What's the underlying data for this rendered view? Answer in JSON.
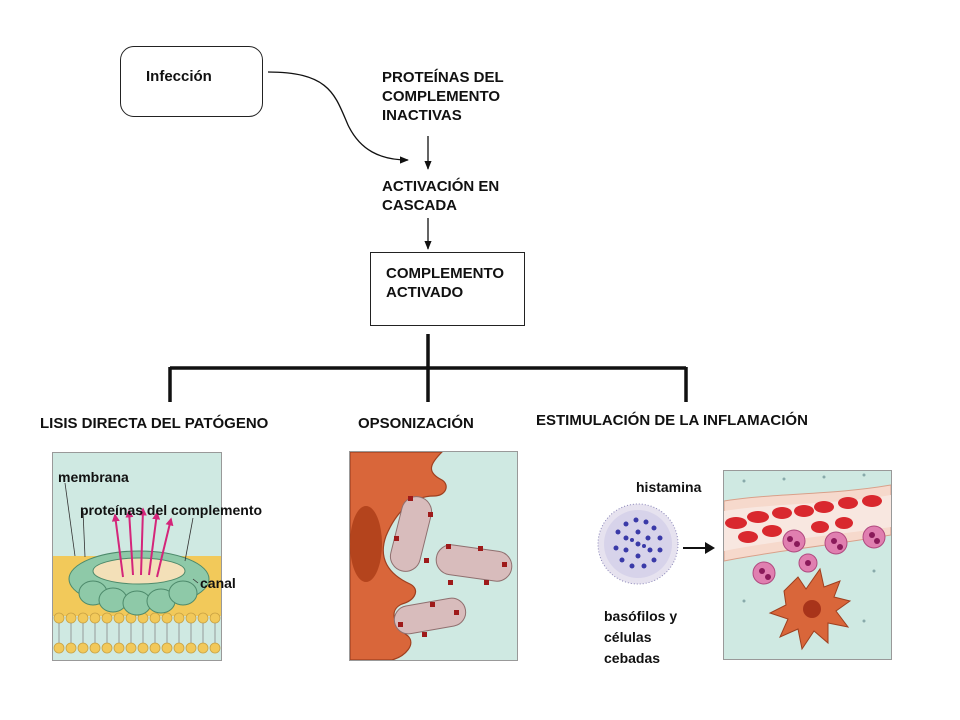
{
  "flow": {
    "infeccion": "Infección",
    "proteinas_inactivas": "PROTEÍNAS DEL\nCOMPLEMENTO\nINACTIVAS",
    "activacion": "ACTIVACIÓN EN\nCASCADA",
    "complemento_activado": "COMPLEMENTO\nACTIVADO"
  },
  "branches": {
    "lisis": "LISIS DIRECTA DEL PATÓGENO",
    "opsonizacion": "OPSONIZACIÓN",
    "inflamacion": "ESTIMULACIÓN DE LA INFLAMACIÓN"
  },
  "lisis_panel": {
    "membrana": "membrana",
    "proteinas": "proteínas del complemento",
    "canal": "canal"
  },
  "inflamacion_panel": {
    "histamina": "histamina",
    "basofilos": "basófilos y\ncélulas\ncebadas"
  },
  "colors": {
    "panel_bg": "#cfe9e2",
    "membrane": "#f2c95a",
    "pore": "#8ec9a8",
    "bacteria": "#d8bcbc",
    "phagocyte": "#d9663a",
    "rbc": "#d9282e",
    "basophil": "#3a3aa8",
    "arrow": "#d4257a"
  }
}
